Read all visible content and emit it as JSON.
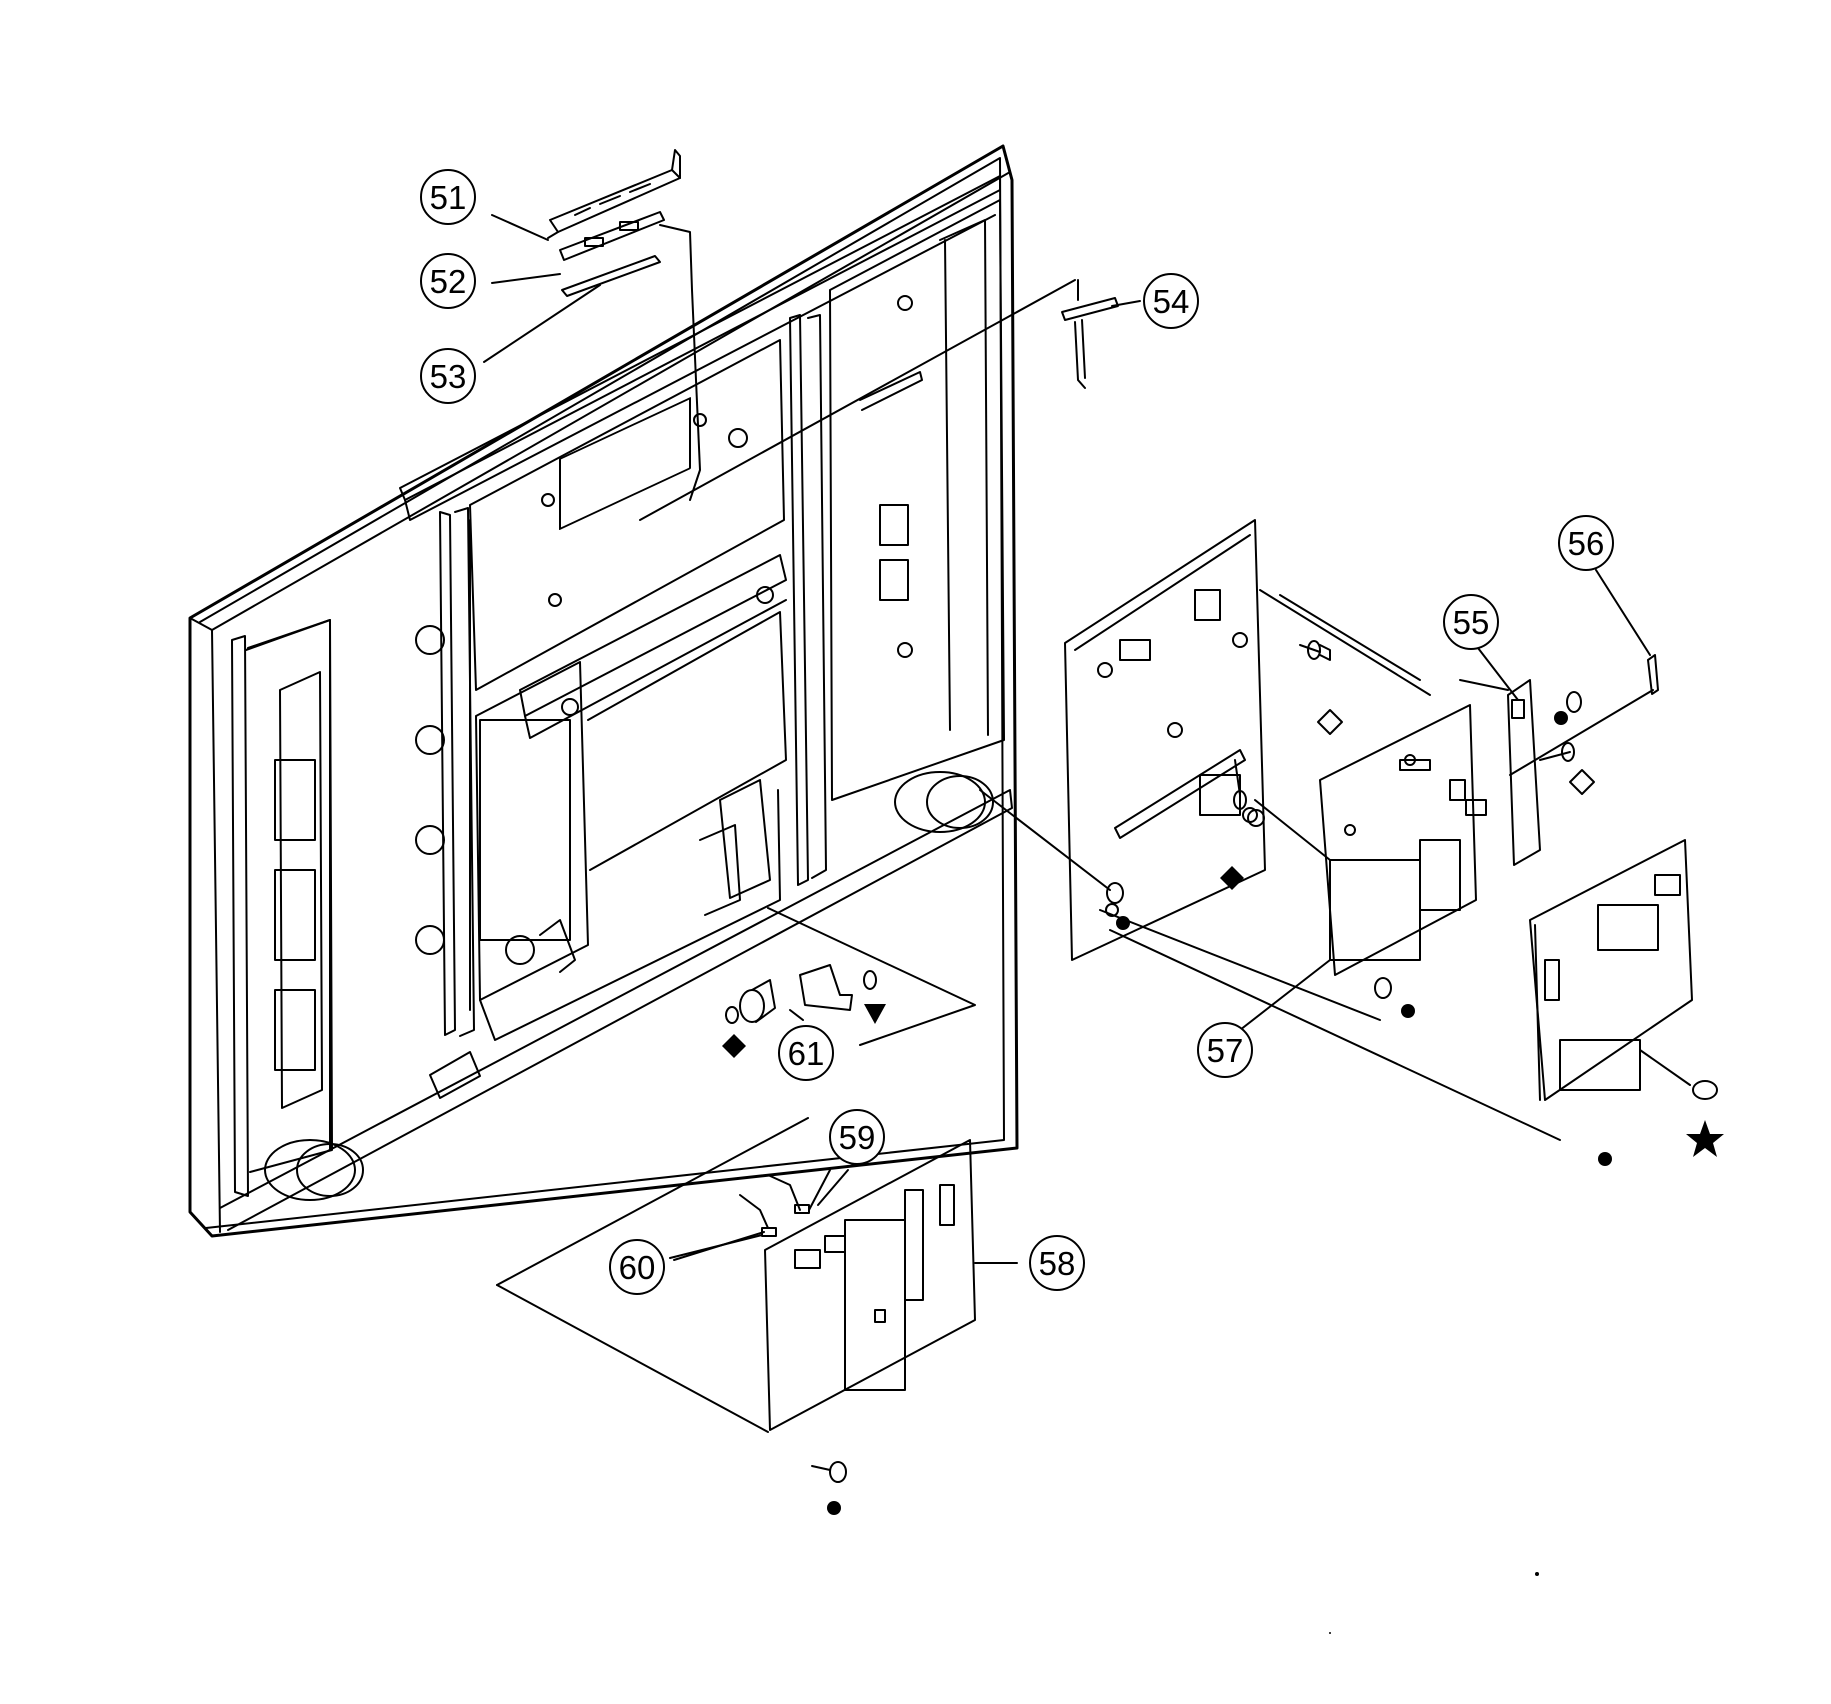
{
  "callouts": [
    {
      "id": "51",
      "label": "51"
    },
    {
      "id": "52",
      "label": "52"
    },
    {
      "id": "53",
      "label": "53"
    },
    {
      "id": "54",
      "label": "54"
    },
    {
      "id": "55",
      "label": "55"
    },
    {
      "id": "56",
      "label": "56"
    },
    {
      "id": "57",
      "label": "57"
    },
    {
      "id": "58",
      "label": "58"
    },
    {
      "id": "59",
      "label": "59"
    },
    {
      "id": "60",
      "label": "60"
    },
    {
      "id": "61",
      "label": "61"
    }
  ],
  "symbols": [
    "filled-circle",
    "filled-diamond",
    "open-diamond",
    "filled-triangle-down",
    "filled-star"
  ],
  "colors": {
    "ink": "#000000",
    "paper": "#ffffff"
  }
}
